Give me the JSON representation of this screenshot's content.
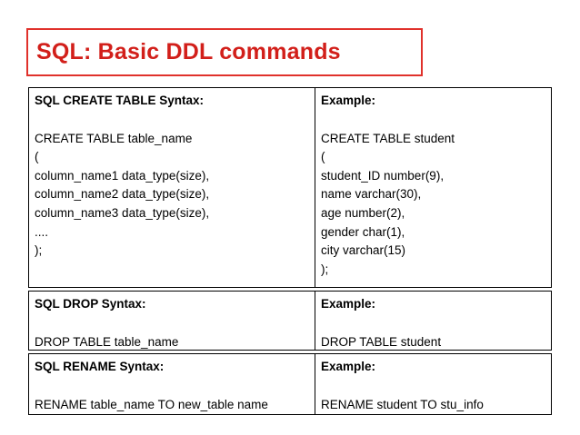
{
  "title": "SQL: Basic DDL commands",
  "colors": {
    "title": "#d21f1a",
    "title_border": "#e0312b"
  },
  "rows": [
    {
      "left": {
        "heading": "SQL CREATE TABLE Syntax:",
        "lines": [
          "CREATE TABLE table_name",
          "(",
          "column_name1 data_type(size),",
          "column_name2 data_type(size),",
          "column_name3 data_type(size),",
          "....",
          ");"
        ]
      },
      "right": {
        "heading": "Example:",
        "lines": [
          "CREATE TABLE student",
          "(",
          "student_ID number(9),",
          "name varchar(30),",
          "age number(2),",
          "gender char(1),",
          "city varchar(15)",
          ");"
        ]
      }
    },
    {
      "left": {
        "heading": "SQL DROP Syntax:",
        "lines": [
          "DROP TABLE table_name"
        ]
      },
      "right": {
        "heading": "Example:",
        "lines": [
          "DROP TABLE student"
        ]
      }
    },
    {
      "left": {
        "heading": "SQL RENAME Syntax:",
        "lines": [
          "RENAME table_name TO new_table name"
        ]
      },
      "right": {
        "heading": "Example:",
        "lines": [
          "RENAME student TO stu_info"
        ]
      }
    }
  ]
}
